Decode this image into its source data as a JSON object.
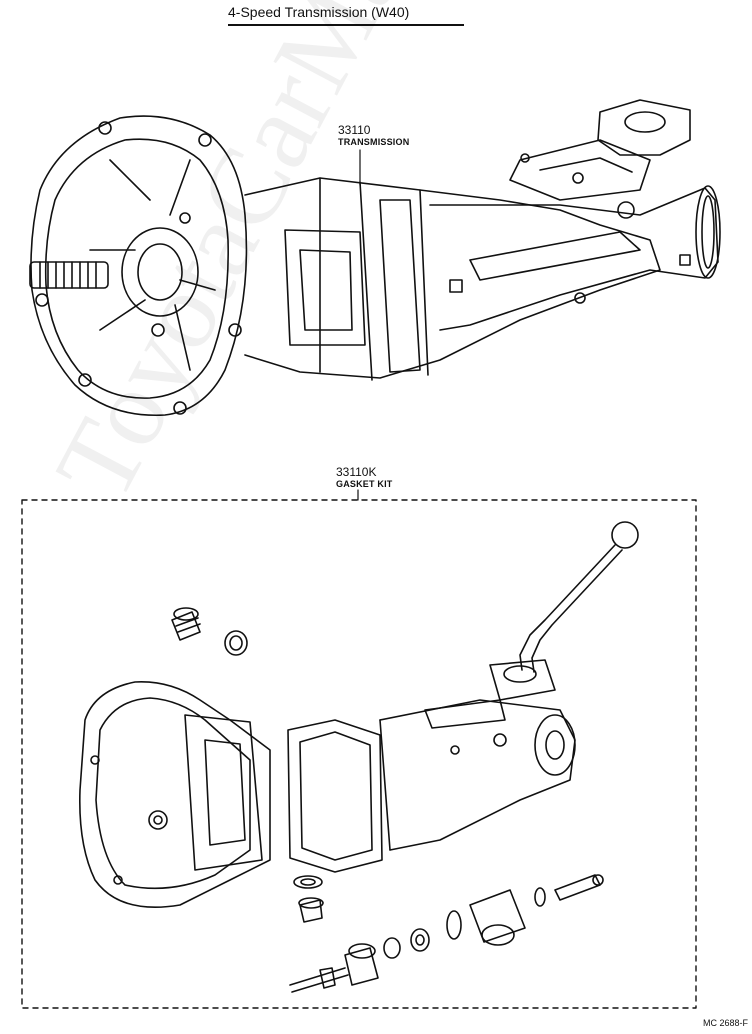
{
  "title": "4-Speed Transmission (W40)",
  "parts": [
    {
      "number": "33110",
      "name": "TRANSMISSION"
    },
    {
      "number": "33110K",
      "name": "GASKET KIT"
    }
  ],
  "diagram_code": "MC 2688-F",
  "watermark": "ToyotaCarManual"
}
